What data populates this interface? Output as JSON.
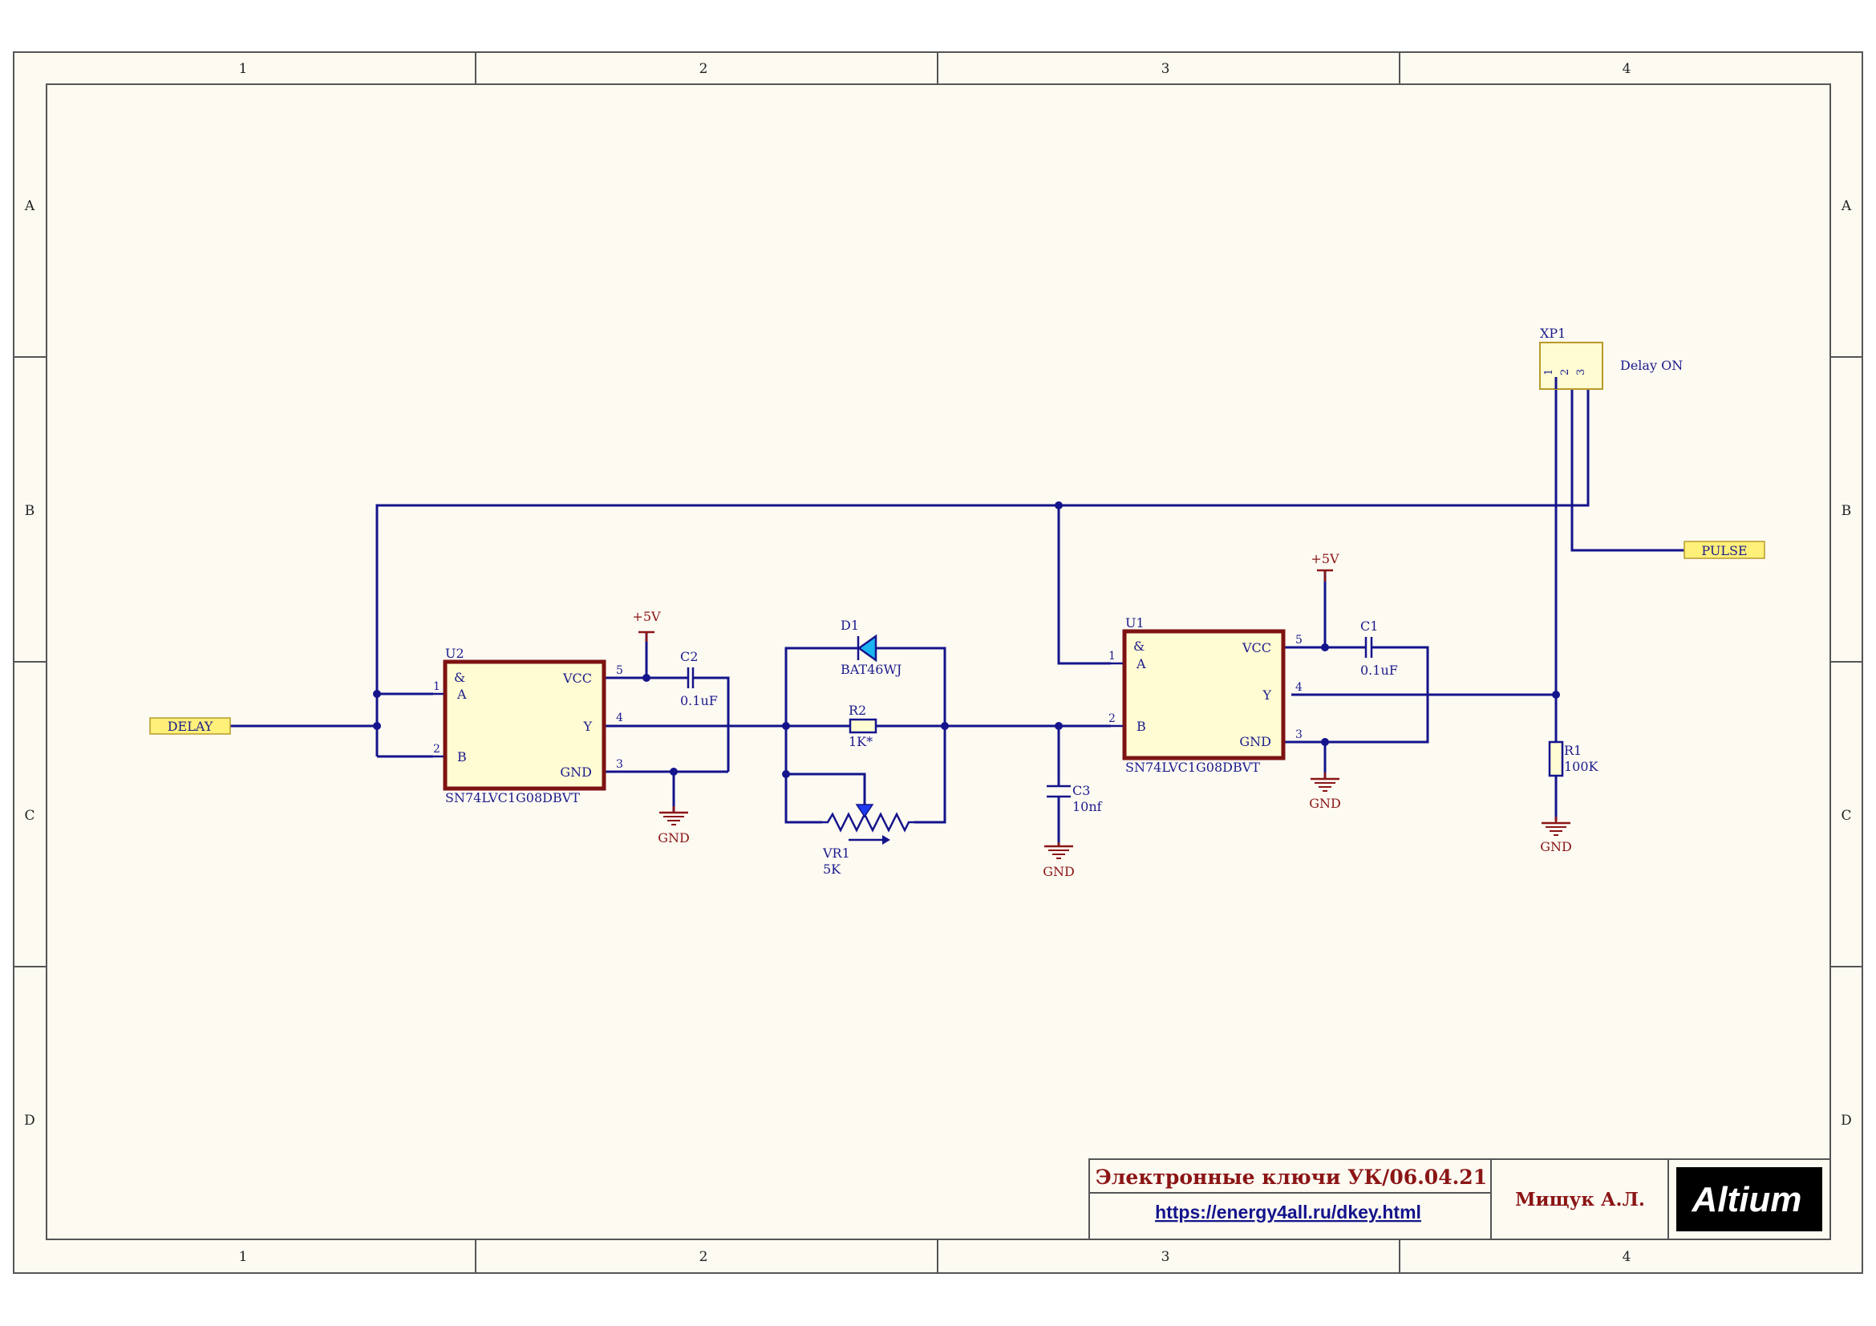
{
  "border": {
    "columns": [
      "1",
      "2",
      "3",
      "4"
    ],
    "rows": [
      "A",
      "B",
      "C",
      "D"
    ]
  },
  "components": {
    "u2": {
      "ref": "U2",
      "part": "SN74LVC1G08DBVT",
      "symbol": "&",
      "pins": {
        "a_num": "1",
        "b_num": "2",
        "y_num": "4",
        "vcc_num": "5",
        "gnd_num": "3",
        "a": "A",
        "b": "B",
        "y": "Y",
        "vcc": "VCC",
        "gnd": "GND"
      }
    },
    "u1": {
      "ref": "U1",
      "part": "SN74LVC1G08DBVT",
      "symbol": "&",
      "pins": {
        "a_num": "1",
        "b_num": "2",
        "y_num": "4",
        "vcc_num": "5",
        "gnd_num": "3",
        "a": "A",
        "b": "B",
        "y": "Y",
        "vcc": "VCC",
        "gnd": "GND"
      }
    },
    "c1": {
      "ref": "C1",
      "value": "0.1uF"
    },
    "c2": {
      "ref": "C2",
      "value": "0.1uF"
    },
    "c3": {
      "ref": "C3",
      "value": "10nf"
    },
    "d1": {
      "ref": "D1",
      "value": "BAT46WJ"
    },
    "r1": {
      "ref": "R1",
      "value": "100K"
    },
    "r2": {
      "ref": "R2",
      "value": "1K*"
    },
    "vr1": {
      "ref": "VR1",
      "value": "5K"
    },
    "xp1": {
      "ref": "XP1",
      "description": "Delay ON",
      "pins": [
        "1",
        "2",
        "3"
      ]
    }
  },
  "ports": {
    "delay": "DELAY",
    "pulse": "PULSE"
  },
  "power": {
    "vcc": "+5V",
    "gnd": "GND"
  },
  "title_block": {
    "title": "Электронные ключи УК/06.04.21",
    "url": "https://energy4all.ru/dkey.html",
    "author": "Мищук А.Л.",
    "logo": "Altium"
  },
  "colors": {
    "wire": "#14148c",
    "component_body": "#fffbd2",
    "ic_border": "#7d1212",
    "power": "#8b1515",
    "port_fill": "#fff07a",
    "sheet": "#fdfaf2",
    "diode_fill": "#19b4f0"
  }
}
